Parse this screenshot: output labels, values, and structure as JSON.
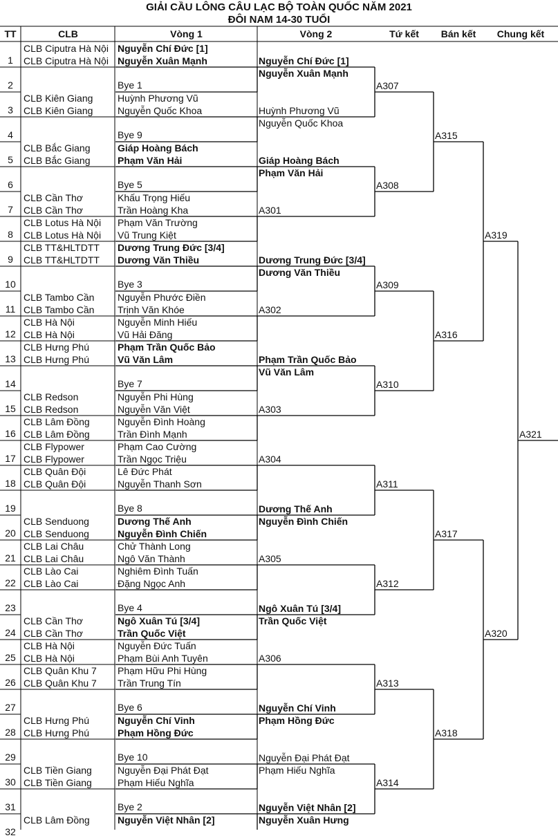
{
  "title_line1": "GIẢI CẦU LÔNG CÂU LẠC BỘ TOÀN QUỐC NĂM 2021",
  "title_line2": "ĐÔI NAM 14-30 TUỔI",
  "headers": {
    "tt": "TT",
    "clb": "CLB",
    "vong1": "Vòng 1",
    "vong2": "Vòng 2",
    "tuket": "Tứ kết",
    "banket": "Bán kết",
    "chungket": "Chung kết"
  },
  "entries": [
    {
      "n": "1",
      "clb": [
        "CLB Ciputra Hà Nội",
        "CLB Ciputra Hà Nội"
      ],
      "p": [
        "Nguyễn Chí Đức [1]",
        "Nguyễn Xuân Mạnh"
      ],
      "bold": true
    },
    {
      "n": "2",
      "bye": "Bye 1"
    },
    {
      "n": "3",
      "clb": [
        "CLB Kiên Giang",
        "CLB Kiên Giang"
      ],
      "p": [
        "Huỳnh Phương Vũ",
        "Nguyễn Quốc Khoa"
      ],
      "bold": false
    },
    {
      "n": "4",
      "bye": "Bye 9"
    },
    {
      "n": "5",
      "clb": [
        "CLB Bắc Giang",
        "CLB Bắc Giang"
      ],
      "p": [
        "Giáp Hoàng Bách",
        "Phạm Văn Hải"
      ],
      "bold": true
    },
    {
      "n": "6",
      "bye": "Bye 5"
    },
    {
      "n": "7",
      "clb": [
        "CLB Cần Thơ",
        "CLB Cần Thơ"
      ],
      "p": [
        "Khấu Trọng Hiếu",
        "Trần Hoàng Kha"
      ],
      "bold": false
    },
    {
      "n": "8",
      "clb": [
        "CLB Lotus Hà Nội",
        "CLB Lotus Hà Nội"
      ],
      "p": [
        "Phạm Văn Trường",
        "Vũ Trung Kiệt"
      ],
      "bold": false
    },
    {
      "n": "9",
      "clb": [
        "CLB TT&HLTDTT",
        "CLB TT&HLTDTT"
      ],
      "p": [
        "Dương Trung Đức [3/4]",
        "Dương Văn Thiều"
      ],
      "bold": true
    },
    {
      "n": "10",
      "bye": "Bye 3"
    },
    {
      "n": "11",
      "clb": [
        "CLB Tambo Cần",
        "CLB Tambo Cần"
      ],
      "p": [
        "Nguyễn Phước Điền",
        "Trịnh Văn Khóe"
      ],
      "bold": false
    },
    {
      "n": "12",
      "clb": [
        "CLB Hà Nội",
        "CLB Hà Nội"
      ],
      "p": [
        "Nguyễn Minh Hiếu",
        "Vũ Hải Đăng"
      ],
      "bold": false
    },
    {
      "n": "13",
      "clb": [
        "CLB Hưng Phú",
        "CLB Hưng Phú"
      ],
      "p": [
        "Phạm Trần Quốc Bảo",
        "Vũ Văn Lâm"
      ],
      "bold": true
    },
    {
      "n": "14",
      "bye": "Bye 7"
    },
    {
      "n": "15",
      "clb": [
        "CLB Redson",
        "CLB Redson"
      ],
      "p": [
        "Nguyễn Phi Hùng",
        "Nguyễn Văn Việt"
      ],
      "bold": false
    },
    {
      "n": "16",
      "clb": [
        "CLB Lâm Đồng",
        "CLB Lâm Đồng"
      ],
      "p": [
        "Nguyễn Đình Hoàng",
        "Trần Đình Mạnh"
      ],
      "bold": false
    },
    {
      "n": "17",
      "clb": [
        "CLB Flypower",
        "CLB Flypower"
      ],
      "p": [
        "Phạm Cao Cường",
        "Trần Ngọc Triệu"
      ],
      "bold": false
    },
    {
      "n": "18",
      "clb": [
        "CLB Quân Đội",
        "CLB Quân Đội"
      ],
      "p": [
        "Lê Đức Phát",
        "Nguyễn Thanh Sơn"
      ],
      "bold": false
    },
    {
      "n": "19",
      "bye": "Bye 8"
    },
    {
      "n": "20",
      "clb": [
        "CLB Senduong",
        "CLB Senduong"
      ],
      "p": [
        "Dương Thế Anh",
        "Nguyễn Đình Chiến"
      ],
      "bold": true
    },
    {
      "n": "21",
      "clb": [
        "CLB Lai Châu",
        "CLB Lai Châu"
      ],
      "p": [
        "Chử Thành Long",
        "Ngô Văn Thành"
      ],
      "bold": false
    },
    {
      "n": "22",
      "clb": [
        "CLB Lào Cai",
        "CLB Lào Cai"
      ],
      "p": [
        "Nghiêm Đình Tuấn",
        "Đặng Ngọc Anh"
      ],
      "bold": false
    },
    {
      "n": "23",
      "bye": "Bye 4"
    },
    {
      "n": "24",
      "clb": [
        "CLB Cần Thơ",
        "CLB Cần Thơ"
      ],
      "p": [
        "Ngô Xuân Tú [3/4]",
        "Trần Quốc Việt"
      ],
      "bold": true
    },
    {
      "n": "25",
      "clb": [
        "CLB Hà Nội",
        "CLB Hà Nội"
      ],
      "p": [
        "Nguyễn Đức Tuấn",
        "Phạm Bùi Anh Tuyên"
      ],
      "bold": false
    },
    {
      "n": "26",
      "clb": [
        "CLB Quân Khu 7",
        "CLB Quân Khu 7"
      ],
      "p": [
        "Phạm Hữu Phi Hùng",
        "Trần Trung Tín"
      ],
      "bold": false
    },
    {
      "n": "27",
      "bye": "Bye 6"
    },
    {
      "n": "28",
      "clb": [
        "CLB Hưng Phú",
        "CLB Hưng Phú"
      ],
      "p": [
        "Nguyễn Chí Vinh",
        "Phạm Hồng Đức"
      ],
      "bold": true
    },
    {
      "n": "29",
      "bye": "Bye 10"
    },
    {
      "n": "30",
      "clb": [
        "CLB Tiền Giang",
        "CLB Tiền Giang"
      ],
      "p": [
        "Nguyễn Đại Phát Đạt",
        "Phạm Hiếu Nghĩa"
      ],
      "bold": false
    },
    {
      "n": "31",
      "bye": "Bye 2"
    },
    {
      "n": "32",
      "clb": [
        "CLB Lâm Đồng"
      ],
      "p": [
        "Nguyễn Việt Nhân [2]"
      ],
      "bold": true
    }
  ],
  "round2": [
    {
      "p": [
        "Nguyễn Chí Đức [1]",
        "Nguyễn Xuân Mạnh"
      ],
      "bold": true
    },
    {
      "p": [
        "Huỳnh Phương Vũ",
        "Nguyễn Quốc Khoa"
      ],
      "bold": false
    },
    {
      "p": [
        "Giáp Hoàng Bách",
        "Phạm Văn Hải"
      ],
      "bold": true
    },
    {
      "p": [
        "A301"
      ],
      "bold": false
    },
    {
      "p": [
        "Dương Trung Đức [3/4]",
        "Dương Văn Thiều"
      ],
      "bold": true
    },
    {
      "p": [
        "A302"
      ],
      "bold": false
    },
    {
      "p": [
        "Phạm Trần Quốc Bảo",
        "Vũ Văn Lâm"
      ],
      "bold": true
    },
    {
      "p": [
        "A303"
      ],
      "bold": false
    },
    {
      "p": [
        "A304"
      ],
      "bold": false
    },
    {
      "p": [
        "Dương Thế Anh",
        "Nguyễn Đình Chiến"
      ],
      "bold": true
    },
    {
      "p": [
        "A305"
      ],
      "bold": false
    },
    {
      "p": [
        "Ngô Xuân Tú [3/4]",
        "Trần Quốc Việt"
      ],
      "bold": true
    },
    {
      "p": [
        "A306"
      ],
      "bold": false
    },
    {
      "p": [
        "Nguyễn Chí Vinh",
        "Phạm Hồng Đức"
      ],
      "bold": true
    },
    {
      "p": [
        "Nguyễn Đại Phát Đạt",
        "Phạm Hiếu Nghĩa"
      ],
      "bold": false
    },
    {
      "p": [
        "Nguyễn Việt Nhân [2]",
        "Nguyễn Xuân Hưng"
      ],
      "bold": true
    }
  ],
  "quarterfinal_codes": [
    "A307",
    "A308",
    "A309",
    "A310",
    "A311",
    "A312",
    "A313",
    "A314"
  ],
  "semifinal_codes": [
    "A315",
    "A316",
    "A317",
    "A318"
  ],
  "final_codes": [
    "A319",
    "A320"
  ],
  "champion_code": "A321"
}
